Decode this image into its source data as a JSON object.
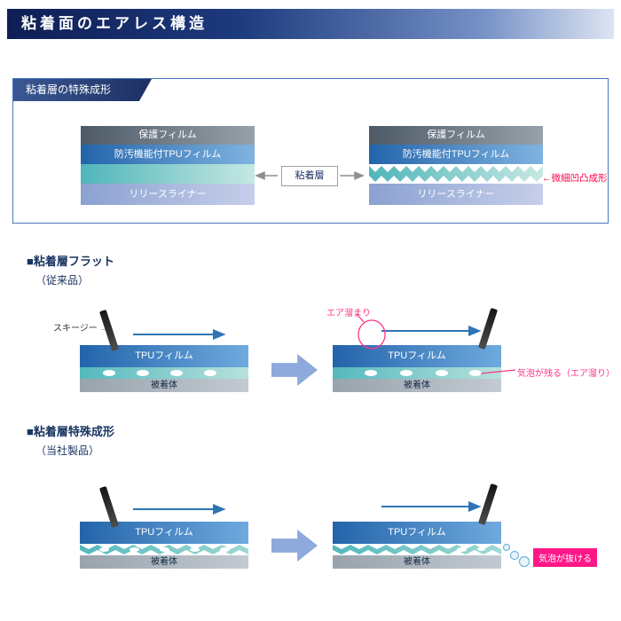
{
  "header": {
    "title": "粘着面のエアレス構造"
  },
  "forming_box": {
    "badge": "粘着層の特殊成形",
    "layers": {
      "protective_film": "保護フィルム",
      "tpu_film": "防汚機能付TPUフィルム",
      "release_liner": "リリースライナー"
    },
    "adhesive_label": "粘着層",
    "texture_annotation": "←微細凹凸成形"
  },
  "sections": {
    "flat": {
      "heading": "■粘着層フラット",
      "subheading": "（従来品）",
      "squeegee_label": "スキージー →",
      "air_pocket_label": "エア溜まり",
      "result_note": "気泡が残る（エア溜り）"
    },
    "special": {
      "heading": "■粘着層特殊成形",
      "subheading": "（当社製品）",
      "result_note": "気泡が抜ける"
    }
  },
  "diagram_labels": {
    "film": "TPUフィルム",
    "substrate": "被着体"
  },
  "colors": {
    "header_navy": "#0f1e55",
    "panel_border_blue": "#4479bd",
    "film_blue": "#2364aa",
    "adhesive_teal": "#54b9bd",
    "liner_periwinkle": "#8ba1d1",
    "protective_gray": "#4d5a66",
    "substrate_gray": "#98a3ad",
    "annotation_red": "#ff0045",
    "annotation_pink": "#ff3388",
    "badge_pink": "#ff1788",
    "block_arrow_blue": "#8ea9db",
    "motion_arrow_blue": "#2e75b6"
  }
}
